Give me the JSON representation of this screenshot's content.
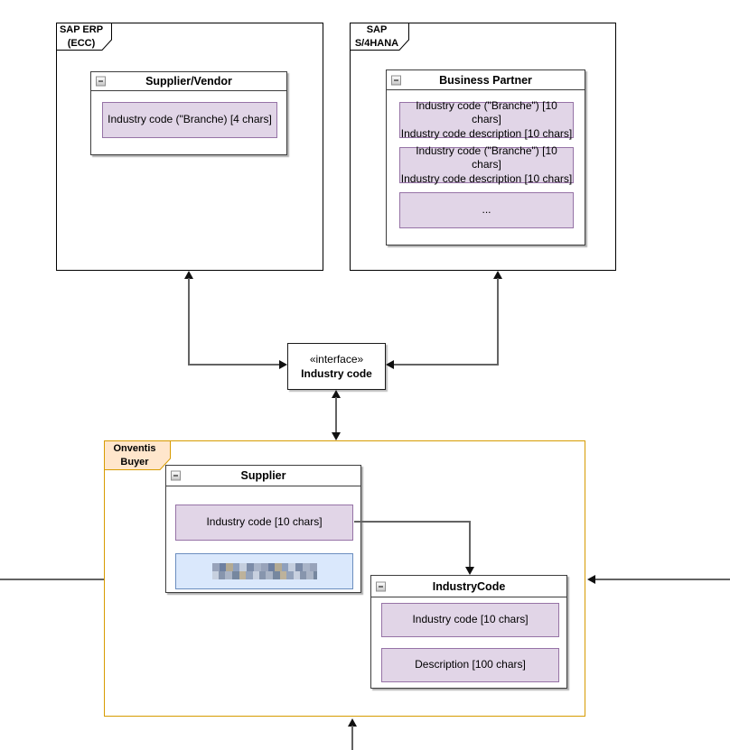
{
  "frames": {
    "sap_erp": {
      "line1": "SAP ERP",
      "line2": "(ECC)"
    },
    "s4hana": {
      "line1": "SAP",
      "line2": "S/4HANA"
    },
    "onventis": {
      "line1": "Onventis",
      "line2": "Buyer"
    }
  },
  "boxes": {
    "supplier_vendor": {
      "title": "Supplier/Vendor",
      "field1": "Industry code (\"Branche) [4 chars]"
    },
    "business_partner": {
      "title": "Business Partner",
      "field1_line1": "Industry code (\"Branche\") [10 chars]",
      "field1_line2": "Industry code description [10 chars]",
      "field2_line1": "Industry code (\"Branche\") [10 chars]",
      "field2_line2": "Industry code description [10 chars]",
      "field3": "..."
    },
    "supplier": {
      "title": "Supplier",
      "field1": "Industry code [10 chars]",
      "field2_redacted": true
    },
    "industry_code": {
      "title": "IndustryCode",
      "field1": "Industry code [10 chars]",
      "field2": "Description [100 chars]"
    }
  },
  "interface_node": {
    "stereotype": "«interface»",
    "name": "Industry code"
  },
  "colors": {
    "purple_fill": "#e1d5e7",
    "purple_stroke": "#9673a6",
    "blue_fill": "#dae8fc",
    "blue_stroke": "#6c8ebf",
    "orange_fill": "#ffe6cc",
    "orange_stroke": "#d79b00",
    "frame_stroke": "#000000",
    "connector": "#636363"
  }
}
